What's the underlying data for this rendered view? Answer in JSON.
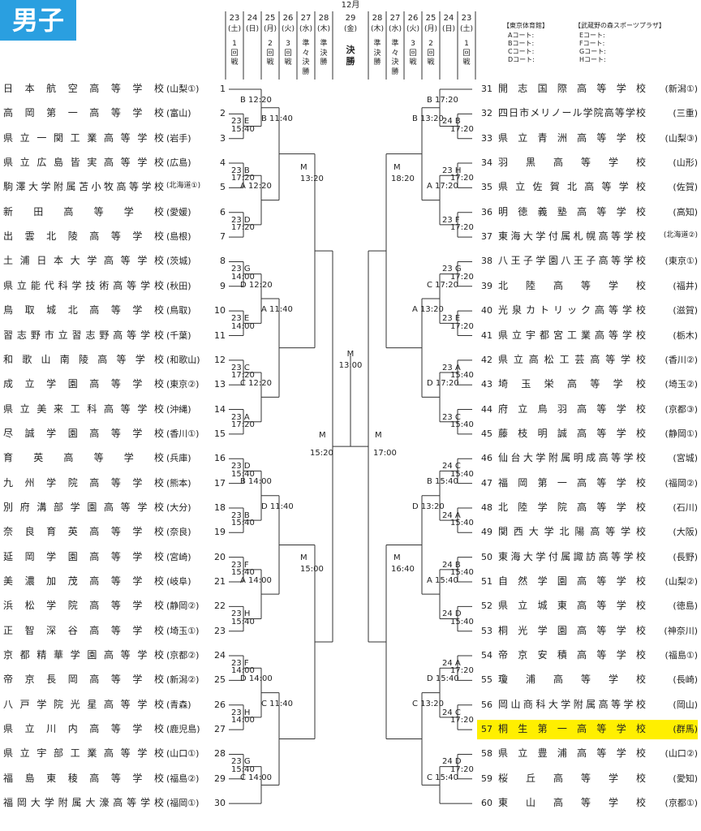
{
  "header": "男子",
  "month": "12月",
  "days_left": [
    {
      "d": "23",
      "w": "(土)",
      "r": [
        "1",
        "回",
        "戦"
      ]
    },
    {
      "d": "24",
      "w": "(日)",
      "r": []
    },
    {
      "d": "25",
      "w": "(月)",
      "r": [
        "2",
        "回",
        "戦"
      ]
    },
    {
      "d": "26",
      "w": "(火)",
      "r": [
        "3",
        "回",
        "戦"
      ]
    },
    {
      "d": "27",
      "w": "(水)",
      "r": [
        "準",
        "々",
        "決",
        "勝"
      ]
    },
    {
      "d": "28",
      "w": "(木)",
      "r": [
        "準",
        "決",
        "勝"
      ]
    }
  ],
  "final_day": {
    "d": "29",
    "w": "(金)",
    "r": [
      "決",
      "勝"
    ]
  },
  "days_right": [
    {
      "d": "28",
      "w": "(木)",
      "r": [
        "準",
        "決",
        "勝"
      ]
    },
    {
      "d": "27",
      "w": "(水)",
      "r": [
        "準",
        "々",
        "決",
        "勝"
      ]
    },
    {
      "d": "26",
      "w": "(火)",
      "r": [
        "3",
        "回",
        "戦"
      ]
    },
    {
      "d": "25",
      "w": "(月)",
      "r": [
        "2",
        "回",
        "戦"
      ]
    },
    {
      "d": "24",
      "w": "(日)",
      "r": []
    },
    {
      "d": "23",
      "w": "(土)",
      "r": [
        "1",
        "回",
        "戦"
      ]
    }
  ],
  "venues": [
    {
      "title": "【東京体育館】",
      "courts": [
        "Aコート:",
        "Bコート:",
        "Cコート:",
        "Dコート:"
      ]
    },
    {
      "title": "【武蔵野の森スポーツプラザ】",
      "courts": [
        "Eコート:",
        "Fコート:",
        "Gコート:",
        "Hコート:"
      ]
    }
  ],
  "left_teams": [
    {
      "n": "1",
      "name": "日本航空高等学校",
      "pref": "(山梨①)"
    },
    {
      "n": "2",
      "name": "高岡第一高等学校",
      "pref": "(富山)"
    },
    {
      "n": "3",
      "name": "県立一関工業高等学校",
      "pref": "(岩手)"
    },
    {
      "n": "4",
      "name": "県立広島皆実高等学校",
      "pref": "(広島)"
    },
    {
      "n": "5",
      "name": "駒澤大学附属苫小牧高等学校",
      "pref": "(北海道①)"
    },
    {
      "n": "6",
      "name": "新田高等学校",
      "pref": "(愛媛)"
    },
    {
      "n": "7",
      "name": "出雲北陵高等学校",
      "pref": "(島根)"
    },
    {
      "n": "8",
      "name": "土浦日本大学高等学校",
      "pref": "(茨城)"
    },
    {
      "n": "9",
      "name": "県立能代科学技術高等学校",
      "pref": "(秋田)"
    },
    {
      "n": "10",
      "name": "鳥取城北高等学校",
      "pref": "(鳥取)"
    },
    {
      "n": "11",
      "name": "習志野市立習志野高等学校",
      "pref": "(千葉)"
    },
    {
      "n": "12",
      "name": "和歌山南陵高等学校",
      "pref": "(和歌山)"
    },
    {
      "n": "13",
      "name": "成立学園高等学校",
      "pref": "(東京②)"
    },
    {
      "n": "14",
      "name": "県立美来工科高等学校",
      "pref": "(沖縄)"
    },
    {
      "n": "15",
      "name": "尽誠学園高等学校",
      "pref": "(香川①)"
    },
    {
      "n": "16",
      "name": "育英高等学校",
      "pref": "(兵庫)"
    },
    {
      "n": "17",
      "name": "九州学院高等学校",
      "pref": "(熊本)"
    },
    {
      "n": "18",
      "name": "別府溝部学園高等学校",
      "pref": "(大分)"
    },
    {
      "n": "19",
      "name": "奈良育英高等学校",
      "pref": "(奈良)"
    },
    {
      "n": "20",
      "name": "延岡学園高等学校",
      "pref": "(宮崎)"
    },
    {
      "n": "21",
      "name": "美濃加茂高等学校",
      "pref": "(岐阜)"
    },
    {
      "n": "22",
      "name": "浜松学院高等学校",
      "pref": "(静岡②)"
    },
    {
      "n": "23",
      "name": "正智深谷高等学校",
      "pref": "(埼玉①)"
    },
    {
      "n": "24",
      "name": "京都精華学園高等学校",
      "pref": "(京都②)"
    },
    {
      "n": "25",
      "name": "帝京長岡高等学校",
      "pref": "(新潟②)"
    },
    {
      "n": "26",
      "name": "八戸学院光星高等学校",
      "pref": "(青森)"
    },
    {
      "n": "27",
      "name": "県立川内高等学校",
      "pref": "(鹿児島)"
    },
    {
      "n": "28",
      "name": "県立宇部工業高等学校",
      "pref": "(山口①)"
    },
    {
      "n": "29",
      "name": "福島東稜高等学校",
      "pref": "(福島②)"
    },
    {
      "n": "30",
      "name": "福岡大学附属大濠高等学校",
      "pref": "(福岡①)"
    }
  ],
  "right_teams": [
    {
      "n": "31",
      "name": "開志国際高等学校",
      "pref": "(新潟①)"
    },
    {
      "n": "32",
      "name": "四日市メリノール学院高等学校",
      "pref": "(三重)"
    },
    {
      "n": "33",
      "name": "県立青洲高等学校",
      "pref": "(山梨③)"
    },
    {
      "n": "34",
      "name": "羽黒高等学校",
      "pref": "(山形)"
    },
    {
      "n": "35",
      "name": "県立佐賀北高等学校",
      "pref": "(佐賀)"
    },
    {
      "n": "36",
      "name": "明徳義塾高等学校",
      "pref": "(高知)"
    },
    {
      "n": "37",
      "name": "東海大学付属札幌高等学校",
      "pref": "(北海道②)"
    },
    {
      "n": "38",
      "name": "八王子学園八王子高等学校",
      "pref": "(東京①)"
    },
    {
      "n": "39",
      "name": "北陸高等学校",
      "pref": "(福井)"
    },
    {
      "n": "40",
      "name": "光泉カトリック高等学校",
      "pref": "(滋賀)"
    },
    {
      "n": "41",
      "name": "県立宇都宮工業高等学校",
      "pref": "(栃木)"
    },
    {
      "n": "42",
      "name": "県立高松工芸高等学校",
      "pref": "(香川②)"
    },
    {
      "n": "43",
      "name": "埼玉栄高等学校",
      "pref": "(埼玉②)"
    },
    {
      "n": "44",
      "name": "府立鳥羽高等学校",
      "pref": "(京都③)"
    },
    {
      "n": "45",
      "name": "藤枝明誠高等学校",
      "pref": "(静岡①)"
    },
    {
      "n": "46",
      "name": "仙台大学附属明成高等学校",
      "pref": "(宮城)"
    },
    {
      "n": "47",
      "name": "福岡第一高等学校",
      "pref": "(福岡②)"
    },
    {
      "n": "48",
      "name": "北陸学院高等学校",
      "pref": "(石川)"
    },
    {
      "n": "49",
      "name": "関西大学北陽高等学校",
      "pref": "(大阪)"
    },
    {
      "n": "50",
      "name": "東海大学付属諏訪高等学校",
      "pref": "(長野)"
    },
    {
      "n": "51",
      "name": "自然学園高等学校",
      "pref": "(山梨②)"
    },
    {
      "n": "52",
      "name": "県立城東高等学校",
      "pref": "(徳島)"
    },
    {
      "n": "53",
      "name": "桐光学園高等学校",
      "pref": "(神奈川)"
    },
    {
      "n": "54",
      "name": "帝京安積高等学校",
      "pref": "(福島①)"
    },
    {
      "n": "55",
      "name": "瓊浦高等学校",
      "pref": "(長崎)"
    },
    {
      "n": "56",
      "name": "岡山商科大学附属高等学校",
      "pref": "(岡山)"
    },
    {
      "n": "57",
      "name": "桐生第一高等学校",
      "pref": "(群馬)",
      "hl": true
    },
    {
      "n": "58",
      "name": "県立豊浦高等学校",
      "pref": "(山口②)"
    },
    {
      "n": "59",
      "name": "桜丘高等学校",
      "pref": "(愛知)"
    },
    {
      "n": "60",
      "name": "東山高等学校",
      "pref": "(京都①)"
    }
  ],
  "r1_left": [
    {
      "c": "23 E",
      "t": "15:40"
    },
    {
      "c": "23 B",
      "t": "17:20"
    },
    {
      "c": "23 D",
      "t": "17:20"
    },
    {
      "c": "23 G",
      "t": "14:00"
    },
    {
      "c": "23 E",
      "t": "14:00"
    },
    {
      "c": "23 C",
      "t": "17:20"
    },
    {
      "c": "23 A",
      "t": "17:20"
    },
    {
      "c": "23 D",
      "t": "15:40"
    },
    {
      "c": "23 B",
      "t": "15:40"
    },
    {
      "c": "23 F",
      "t": "15:40"
    },
    {
      "c": "23 H",
      "t": "15:40"
    },
    {
      "c": "23 F",
      "t": "14:00"
    },
    {
      "c": "23 H",
      "t": "14:00"
    },
    {
      "c": "23 G",
      "t": "15:40"
    }
  ],
  "r1_right": [
    {
      "c": "24 B",
      "t": "17:20"
    },
    {
      "c": "23 H",
      "t": "17:20"
    },
    {
      "c": "23 F",
      "t": "17:20"
    },
    {
      "c": "23 G",
      "t": "17:20"
    },
    {
      "c": "23 E",
      "t": "17:20"
    },
    {
      "c": "23 A",
      "t": "15:40"
    },
    {
      "c": "23 C",
      "t": "15:40"
    },
    {
      "c": "24 C",
      "t": "15:40"
    },
    {
      "c": "24 A",
      "t": "15:40"
    },
    {
      "c": "24 B",
      "t": "15:40"
    },
    {
      "c": "24 D",
      "t": "15:40"
    },
    {
      "c": "24 A",
      "t": "17:20"
    },
    {
      "c": "24 C",
      "t": "17:20"
    },
    {
      "c": "24 D",
      "t": "17:20"
    }
  ],
  "r2_left": [
    "B 12:20",
    "A 12:20",
    "D 12:20",
    "C 12:20",
    "B 14:00",
    "A 14:00",
    "D 14:00",
    "C 14:00"
  ],
  "r2_right": [
    "B 17:20",
    "A 17:20",
    "C 17:20",
    "D 17:20",
    "B 15:40",
    "A 15:40",
    "D 15:40",
    "C 15:40"
  ],
  "r3_left": [
    "B 11:40",
    "A 11:40",
    "D 11:40",
    "C 11:40"
  ],
  "r3_right": [
    "B 13:20",
    "A 13:20",
    "D 13:20",
    "C 13:20"
  ],
  "qf_left": [
    {
      "m": "M",
      "t": "13:20"
    },
    {
      "m": "M",
      "t": "15:00"
    }
  ],
  "qf_right": [
    {
      "m": "M",
      "t": "18:20"
    },
    {
      "m": "M",
      "t": "16:40"
    }
  ],
  "sf_left": {
    "m": "M",
    "t": "15:20"
  },
  "sf_right": {
    "m": "M",
    "t": "17:00"
  },
  "final": {
    "m": "M",
    "t": "13:00"
  }
}
